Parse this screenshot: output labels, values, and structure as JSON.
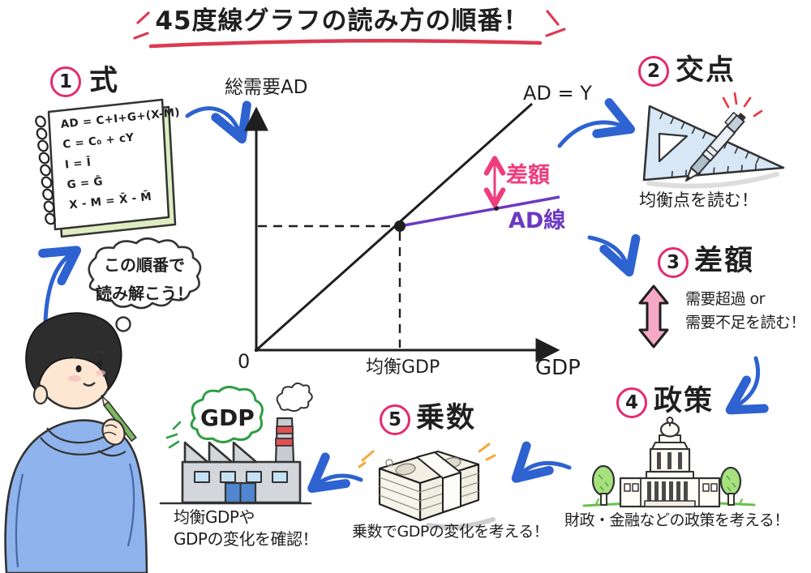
{
  "title": "45度線グラフの読み方の順番！",
  "steps": [
    {
      "num": "1",
      "label": "式"
    },
    {
      "num": "2",
      "label": "交点",
      "caption": "均衡点を読む！"
    },
    {
      "num": "3",
      "label": "差額",
      "caption_line1": "需要超過 or",
      "caption_line2": "需要不足を読む！"
    },
    {
      "num": "4",
      "label": "政策",
      "caption": "財政・金融などの政策を考える！"
    },
    {
      "num": "5",
      "label": "乗数",
      "caption": "乗数でGDPの変化を考える！"
    }
  ],
  "notebook": {
    "equations": [
      "AD = C+I+G+(X-M)",
      "C = C₀ + cY",
      "I = Ī",
      "G = Ḡ",
      "X - M = X̄ - M̄"
    ]
  },
  "graph": {
    "y_axis_label": "総需要AD",
    "x_axis_label": "GDP",
    "origin_label": "0",
    "line45_label": "AD = Y",
    "ad_curve_label": "AD線",
    "gap_label": "差額",
    "equilibrium_x_label": "均衡GDP"
  },
  "thought_bubble": {
    "line1": "この順番で",
    "line2": "読み解こう！"
  },
  "factory": {
    "bubble_label": "GDP",
    "caption_line1": "均衡GDPや",
    "caption_line2": "GDPの変化を確認！"
  },
  "colors": {
    "accent_red": "#dd3a50",
    "step_circle_pink": "#e52a70",
    "arrow_blue": "#2d62d0",
    "ad_line_purple": "#6b3ac2",
    "gap_pink": "#ee3d7e",
    "green": "#2f9e44"
  }
}
